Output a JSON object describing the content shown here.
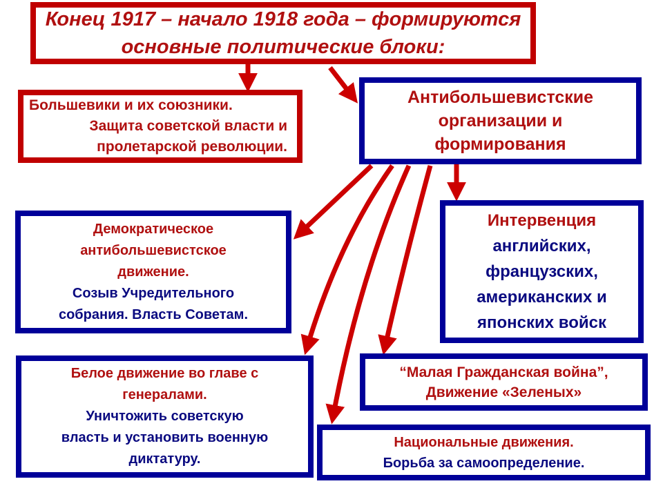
{
  "colors": {
    "red_border": "#c00000",
    "blue_border": "#000099",
    "red_text": "#b01010",
    "blue_text": "#0a0a80",
    "arrow": "#cc0000"
  },
  "title": {
    "line1": "Конец 1917 – начало 1918 года – формируются",
    "line2": "основные политические блоки:"
  },
  "bolsheviks": {
    "line1": "Большевики и их союзники.",
    "line2": "Защита советской власти и",
    "line3": "пролетарской революции."
  },
  "anti_bolshevik": {
    "line1": "Антибольшевистские",
    "line2": "организации и",
    "line3": "формирования"
  },
  "democratic": {
    "heading1": "Демократическое",
    "heading2": "антибольшевистское",
    "heading3": "движение.",
    "body1": "Созыв Учредительного",
    "body2": "собрания. Власть Советам."
  },
  "intervention": {
    "heading": "Интервенция",
    "body1": "английских,",
    "body2": "французских,",
    "body3": "американских и",
    "body4": "японских войск"
  },
  "white_movement": {
    "heading1": "Белое движение во главе с",
    "heading2": "генералами.",
    "body1": "Уничтожить советскую",
    "body2": "власть и установить военную",
    "body3": "диктатуру."
  },
  "small_civil_war": {
    "line1": "“Малая Гражданская война”,",
    "line2": "Движение «Зеленых»"
  },
  "national": {
    "heading": "Национальные движения.",
    "body": "Борьба за самоопределение."
  }
}
